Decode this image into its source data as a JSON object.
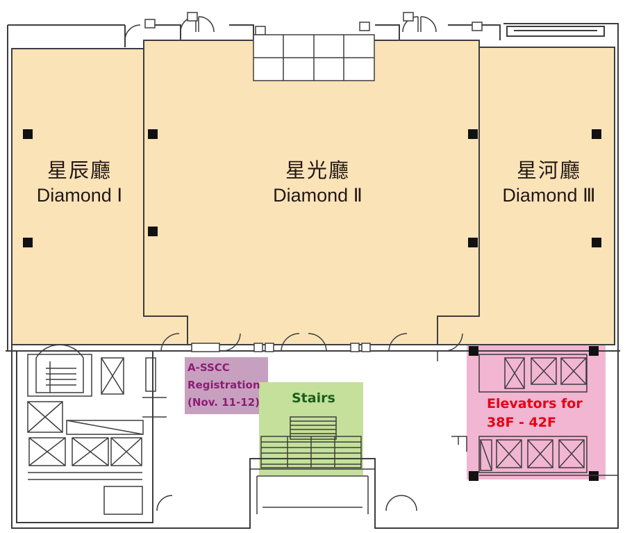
{
  "halls": [
    {
      "name_zh": "星辰廳",
      "name_en": "Diamond Ⅰ"
    },
    {
      "name_zh": "星光廳",
      "name_en": "Diamond Ⅱ"
    },
    {
      "name_zh": "星河廳",
      "name_en": "Diamond Ⅲ"
    }
  ],
  "registration": {
    "line1": "A-SSCC",
    "line2": "Registration",
    "line3": "(Nov. 11-12)"
  },
  "stairs": {
    "label": "Stairs"
  },
  "elevators": {
    "line1": "Elevators for",
    "line2": "38F - 42F"
  },
  "colors": {
    "hall_fill": "#fbe3b8",
    "wall": "#3d3d3d",
    "registration_fill": "#c7a0c0",
    "stairs_fill": "#c4e09a",
    "elevator_fill": "#f2b5d2",
    "registration_text": "#8d1d74",
    "stairs_text": "#1b5e1b",
    "elevator_text": "#e60012"
  }
}
